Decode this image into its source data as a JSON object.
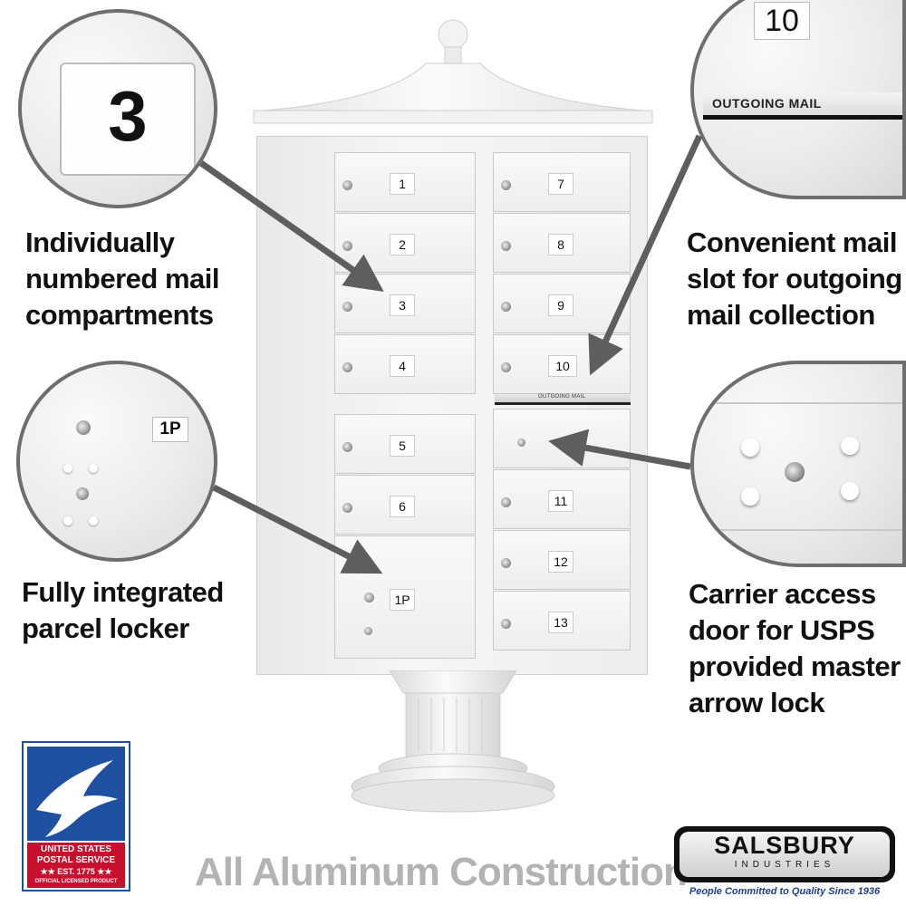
{
  "callouts": {
    "numbered": {
      "badge": "3",
      "text_lines": [
        "Individually",
        "numbered mail",
        "compartments"
      ]
    },
    "outgoing": {
      "badge": "10",
      "label": "OUTGOING MAIL",
      "text_lines": [
        "Convenient mail",
        "slot for outgoing",
        "mail collection"
      ]
    },
    "parcel": {
      "badge": "1P",
      "text_lines": [
        "Fully integrated",
        "parcel locker"
      ]
    },
    "carrier": {
      "text_lines": [
        "Carrier access",
        "door for USPS",
        "provided master",
        "arrow lock"
      ]
    }
  },
  "mailbox": {
    "left_doors": [
      "1",
      "2",
      "3",
      "4",
      "5",
      "6"
    ],
    "parcel_door": "1P",
    "right_doors": [
      "7",
      "8",
      "9",
      "10"
    ],
    "right_lower_doors": [
      "11",
      "12",
      "13"
    ],
    "outgoing_label": "OUTGOING MAIL"
  },
  "usps_logo": {
    "line1": "UNITED STATES",
    "line2": "POSTAL SERVICE",
    "line3": "★★ EST. 1775 ★★",
    "line4": "OFFICIAL LICENSED PRODUCT"
  },
  "salsbury_logo": {
    "name": "SALSBURY",
    "sub": "INDUSTRIES",
    "tagline": "People Committed to Quality Since 1936"
  },
  "footer": {
    "text": "All Aluminum Construction"
  },
  "colors": {
    "usps_blue": "#1f4fa0",
    "usps_red": "#c8102e",
    "callout_border": "#6e6e6e",
    "footer_gray": "#b3b3b3"
  }
}
